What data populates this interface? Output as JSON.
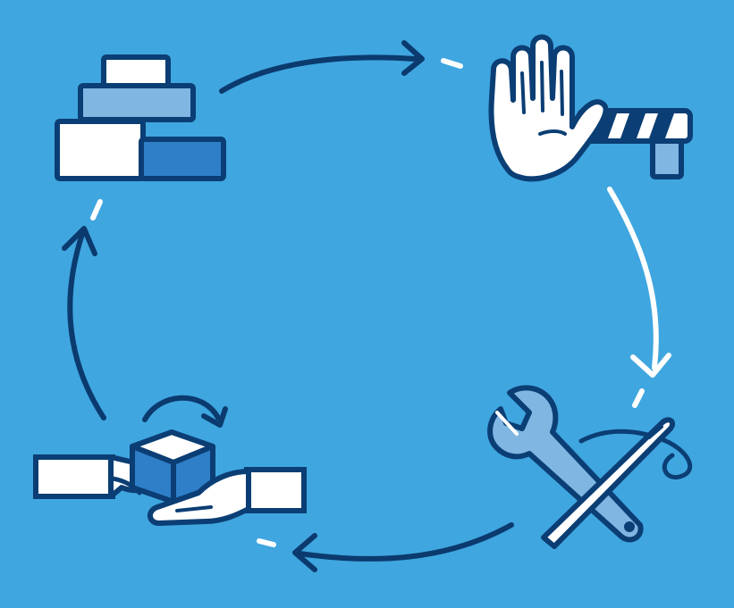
{
  "diagram": {
    "type": "cycle",
    "stages": [
      {
        "id": "stack",
        "icon": "stacked-blocks-icon"
      },
      {
        "id": "stop",
        "icon": "stop-hand-barrier-icon"
      },
      {
        "id": "repair",
        "icon": "wrench-and-needle-icon"
      },
      {
        "id": "handover",
        "icon": "hands-exchanging-box-icon"
      }
    ],
    "connections": [
      {
        "from": "stack",
        "to": "stop",
        "style": "solid-dark",
        "direction": "clockwise"
      },
      {
        "from": "stop",
        "to": "repair",
        "style": "solid-white",
        "direction": "clockwise"
      },
      {
        "from": "repair",
        "to": "handover",
        "style": "solid-dark",
        "direction": "clockwise"
      },
      {
        "from": "handover",
        "to": "stack",
        "style": "solid-dark",
        "direction": "clockwise"
      }
    ]
  },
  "colors": {
    "background": "#3fa6e0",
    "outline": "#0b3e74",
    "arrow_dark": "#0b3a6e",
    "arrow_light": "#ffffff",
    "fill_light": "#ffffff",
    "fill_mid": "#7fb6e2",
    "fill_dark": "#2e7fc8"
  }
}
